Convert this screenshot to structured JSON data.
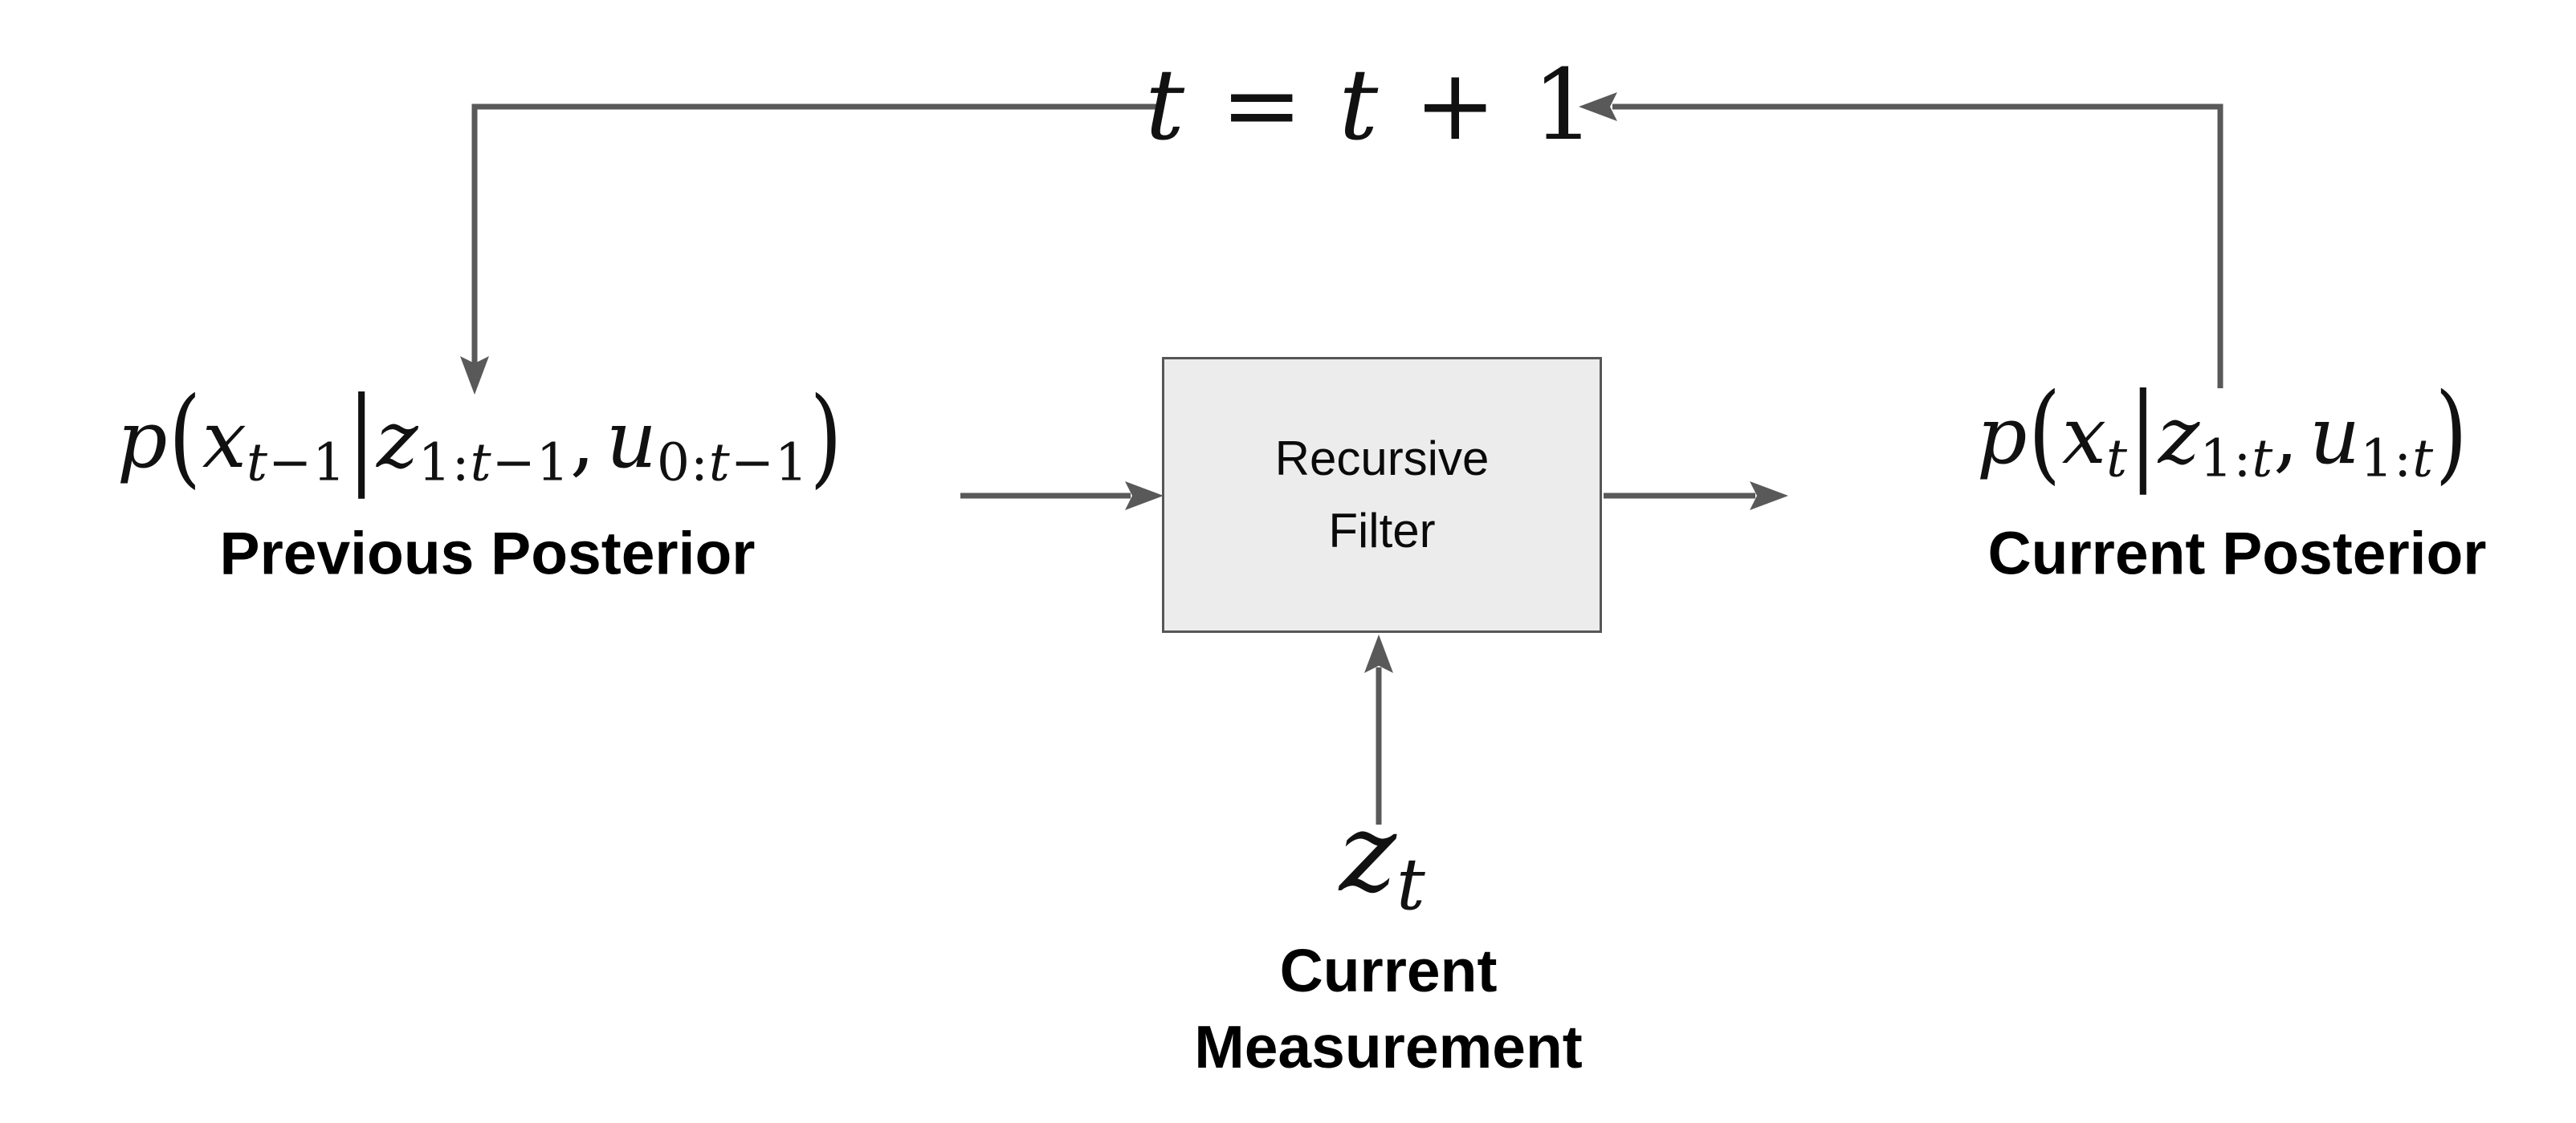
{
  "colors": {
    "line": "#595959",
    "box_fill": "#ececec",
    "box_border": "#565656",
    "text": "#111111"
  },
  "box": {
    "line1": "Recursive",
    "line2": "Filter"
  },
  "labels": {
    "previous": "Previous Posterior",
    "current": "Current Posterior",
    "measurement_line1": "Current",
    "measurement_line2": "Measurement"
  },
  "formulas": {
    "time_update": {
      "tokens": [
        {
          "t": "t"
        },
        {
          "t": " = ",
          "kind": "op"
        },
        {
          "t": "t"
        },
        {
          "t": " + ",
          "kind": "op"
        },
        {
          "t": "1",
          "kind": "up"
        }
      ]
    },
    "previous_posterior": {
      "tokens": [
        {
          "t": "p"
        },
        {
          "t": "(",
          "kind": "fence"
        },
        {
          "t": "x",
          "sub": "t−1"
        },
        {
          "t": "|",
          "kind": "fence"
        },
        {
          "t": "z",
          "sub": "1:t−1"
        },
        {
          "t": ",",
          "kind": "punct"
        },
        {
          "t": "u",
          "sub": "0:t−1"
        },
        {
          "t": ")",
          "kind": "fence"
        }
      ]
    },
    "current_posterior": {
      "tokens": [
        {
          "t": "p"
        },
        {
          "t": "(",
          "kind": "fence"
        },
        {
          "t": "x",
          "sub": "t"
        },
        {
          "t": "|",
          "kind": "fence"
        },
        {
          "t": "z",
          "sub": "1:t"
        },
        {
          "t": ",",
          "kind": "punct"
        },
        {
          "t": "u",
          "sub": "1:t"
        },
        {
          "t": ")",
          "kind": "fence"
        }
      ]
    },
    "current_measurement": {
      "tokens": [
        {
          "t": "z",
          "sub": "t"
        }
      ]
    }
  }
}
